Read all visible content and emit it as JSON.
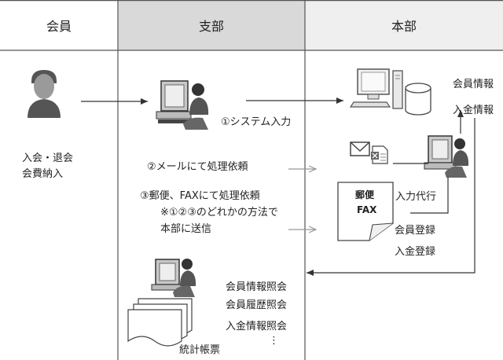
{
  "columns": [
    "会員",
    "支部",
    "本部"
  ],
  "member": {
    "line1": "入会・退会",
    "line2": "会費納入"
  },
  "branch": {
    "step1": "①システム入力",
    "step2": "②メールにて処理依頼",
    "step3": "③郵便、FAXにて処理依頼",
    "note1": "※①②③のどれかの方法で",
    "note2": "本部に送信"
  },
  "hq": {
    "info1": "会員情報",
    "info2": "入金情報",
    "mail_doc_line1": "郵便",
    "mail_doc_line2": "FAX",
    "proxy_input": "入力代行",
    "reg1": "会員登録",
    "reg2": "入金登録"
  },
  "bottom": {
    "q1": "会員情報照会",
    "q2": "会員履歴照会",
    "q3": "入金情報照会",
    "ellipsis": "⋮",
    "forms": "統計帳票"
  }
}
